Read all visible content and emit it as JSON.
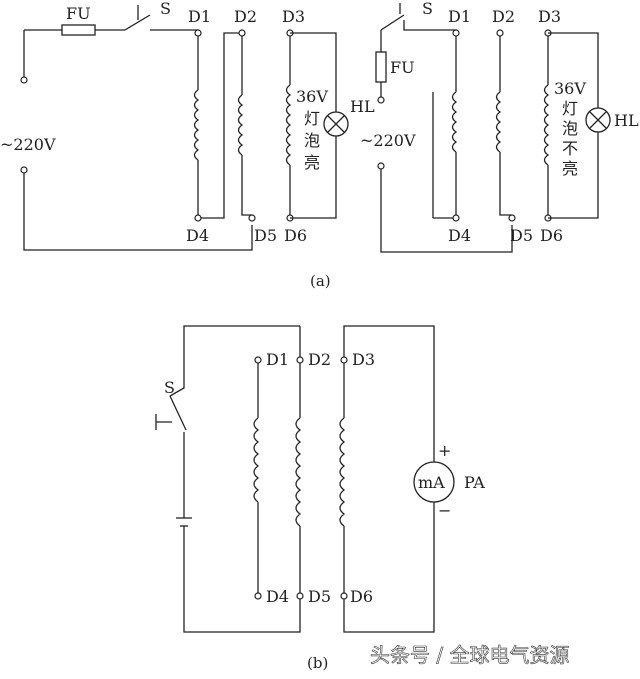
{
  "diagram_a": {
    "caption": "(a)",
    "left": {
      "fuse": "FU",
      "switch": "S",
      "supply": "~220V",
      "terminals": [
        "D1",
        "D2",
        "D3",
        "D4",
        "D5",
        "D6"
      ],
      "lamp_voltage": "36V",
      "lamp_chars": [
        "灯",
        "泡",
        "亮"
      ],
      "lamp": "HL"
    },
    "right": {
      "fuse": "FU",
      "switch": "S",
      "supply": "~220V",
      "terminals": [
        "D1",
        "D2",
        "D3",
        "D4",
        "D5",
        "D6"
      ],
      "lamp_voltage": "36V",
      "lamp_chars": [
        "灯",
        "泡",
        "不",
        "亮"
      ],
      "lamp": "HL"
    }
  },
  "diagram_b": {
    "caption": "(b)",
    "switch": "S",
    "terminals": [
      "D1",
      "D2",
      "D3",
      "D4",
      "D5",
      "D6"
    ],
    "meter": "mA",
    "meter_label": "PA",
    "plus": "+",
    "minus": "−"
  },
  "watermark": "头条号 / 全球电气资源"
}
